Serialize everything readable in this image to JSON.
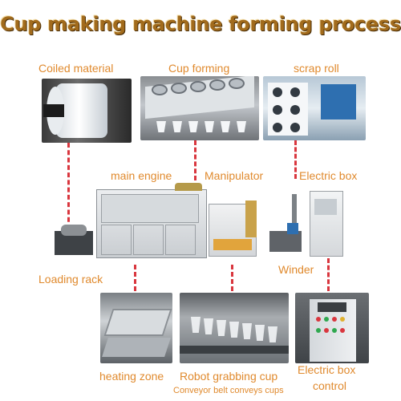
{
  "title": "Cup making machine forming process",
  "labels": {
    "coiled_material": "Coiled material",
    "cup_forming": "Cup forming",
    "scrap_roll": "scrap roll",
    "main_engine": "main engine",
    "manipulator": "Manipulator",
    "electric_box": "Electric box",
    "loading_rack": "Loading rack",
    "winder": "Winder",
    "heating_zone": "heating zone",
    "robot_grabbing_cup": "Robot grabbing cup",
    "conveyor_belt": "Conveyor belt conveys cups",
    "electric_box_control_line1": "Electric box",
    "electric_box_control_line2": "control"
  },
  "colors": {
    "title": "#a26b1c",
    "label": "#e08a2e",
    "connector": "#d9363e"
  }
}
